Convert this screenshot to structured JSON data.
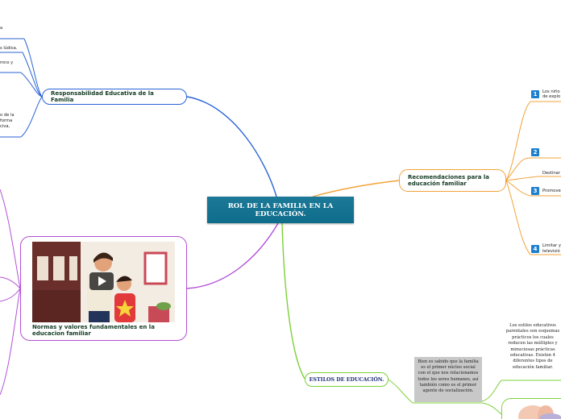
{
  "central": {
    "title": "ROL DE LA FAMILIA EN LA EDUCACIÓN."
  },
  "nodes": {
    "responsabilidad": "Responsabilidad Educativa de la Familia",
    "recomendaciones": "Recomendaciones para la educación familiar",
    "normas": "Normas y valores fundamentales en la educacion familiar",
    "estilos": "ESTILOS DE EDUCACIÓN."
  },
  "left_snippets": [
    "a",
    "s lúdica.",
    "mno y",
    "o de la",
    "forma",
    "civa,"
  ],
  "recommendations": [
    {
      "number": "1",
      "text_line1": "Los niño",
      "text_line2": "de explo"
    },
    {
      "number": "2",
      "text_line1": "",
      "text_line2": ""
    },
    {
      "number": "",
      "text_line1": "Destinar",
      "text_line2": ""
    },
    {
      "number": "3",
      "text_line1": "Promove",
      "text_line2": ""
    },
    {
      "number": "4",
      "text_line1": "Limitar y",
      "text_line2": "televisió"
    }
  ],
  "estilos_note": "Bien es sabido que la familia es el primer núcleo social con el que nos relacionamos todos los seres humanos, así también como es el primer agente de socialización.",
  "estilos_desc": "Los estilos educativos parentales son esquemas prácticos los cuales reducen las múltiples y minuciosas prácticas educativas. Existen 4 diferentes tipos de educación familiar.",
  "colors": {
    "blue_branch": "#2a63d6",
    "orange_branch": "#f2a33a",
    "purple_branch": "#b450d8",
    "green_branch": "#7cd13a",
    "central_fill": "#15728f"
  },
  "icons": [
    "play-icon",
    "number-badge-icon"
  ]
}
